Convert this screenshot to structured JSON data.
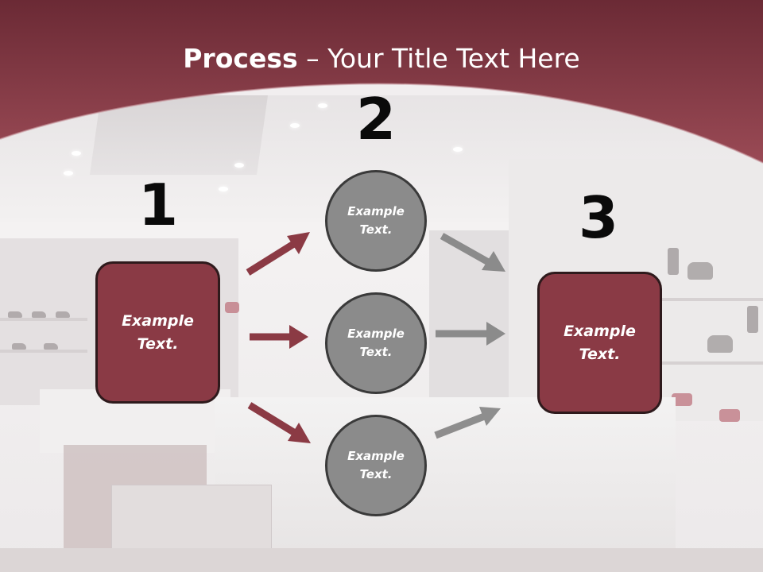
{
  "title": {
    "bold": "Process",
    "rest": " – Your Title Text Here"
  },
  "steps": [
    {
      "number": "1",
      "box_text_line1": "Example",
      "box_text_line2": "Text."
    },
    {
      "number": "2"
    },
    {
      "number": "3",
      "box_text_line1": "Example",
      "box_text_line2": "Text."
    }
  ],
  "circles": [
    {
      "line1": "Example",
      "line2": "Text."
    },
    {
      "line1": "Example",
      "line2": "Text."
    },
    {
      "line1": "Example",
      "line2": "Text."
    }
  ],
  "colors": {
    "header": "#8f3e4a",
    "box_fill": "#8a3a45",
    "circle_fill": "#8b8b8b",
    "arrow_red": "#8b3a44",
    "arrow_gray": "#7d7d7d"
  }
}
